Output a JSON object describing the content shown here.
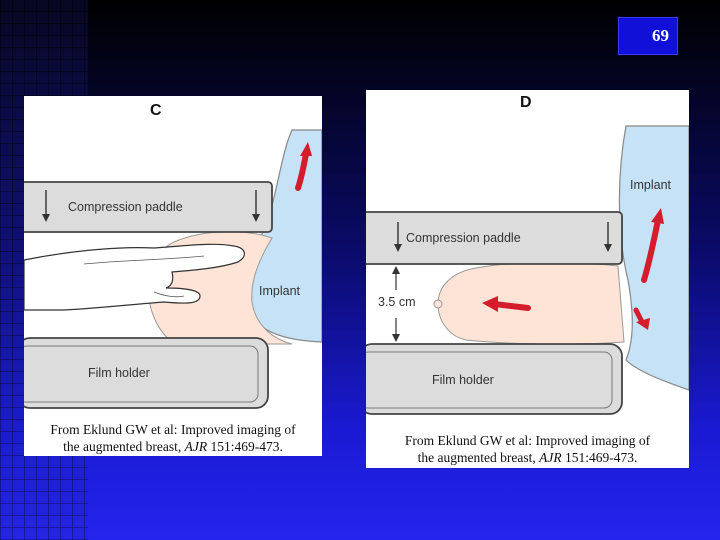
{
  "slide": {
    "number": "69"
  },
  "panel_c": {
    "letter": "C",
    "labels": {
      "paddle": "Compression paddle",
      "implant": "Implant",
      "film": "Film holder"
    },
    "credit": {
      "line1": "From Eklund GW et al: Improved imaging of",
      "line2_pre": "the augmented breast, ",
      "line2_journal": "AJR",
      "line2_post": " 151:469-473."
    }
  },
  "panel_d": {
    "letter": "D",
    "labels": {
      "paddle": "Compression paddle",
      "implant": "Implant",
      "film": "Film holder",
      "measure": "3.5 cm"
    },
    "credit": {
      "line1": "From Eklund GW et al: Improved imaging of",
      "line2_pre": "the augmented breast, ",
      "line2_journal": "AJR",
      "line2_post": " 151:469-473."
    }
  },
  "colors": {
    "implant": "#c6e2f6",
    "tissue": "#fde4d6",
    "paddle": "#dcdcdc",
    "arrow": "#d41c2c"
  }
}
